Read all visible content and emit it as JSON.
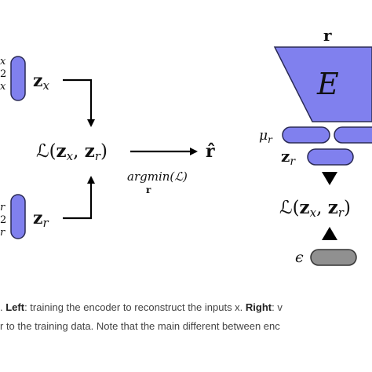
{
  "left_panel": {
    "top_input_labels": [
      "x",
      "2",
      "x"
    ],
    "bottom_input_labels": [
      "r",
      "2",
      "r"
    ],
    "z_x": "z",
    "z_x_sub": "x",
    "z_r": "z",
    "z_r_sub": "r",
    "loss_prefix": "ℒ(",
    "loss_zx": "z",
    "loss_zx_sub": "x",
    "loss_sep": ", ",
    "loss_zr": "z",
    "loss_zr_sub": "r",
    "loss_suffix": ")",
    "argmin_text": "argmin(ℒ)",
    "argmin_sub": "r",
    "output": "r̂"
  },
  "right_panel": {
    "input_label": "r",
    "encoder_label": "E",
    "mu_label": "μ",
    "mu_sub": "r",
    "z_label": "z",
    "z_sub": "r",
    "loss_prefix": "ℒ(",
    "loss_zx": "z",
    "loss_zx_sub": "x",
    "loss_sep": ", ",
    "loss_zr": "z",
    "loss_zr_sub": "r",
    "loss_suffix": ")",
    "epsilon_label": "ϵ"
  },
  "caption": {
    "line1_a": ". ",
    "line1_left": "Left",
    "line1_b": ": training the encoder to reconstruct the inputs x. ",
    "line1_right": "Right",
    "line1_c": ": v",
    "line2": "r to the training data. Note that the main different between enc"
  },
  "colors": {
    "block": "#8080ee",
    "block_stroke": "#2a2a55",
    "noise": "#909090"
  }
}
